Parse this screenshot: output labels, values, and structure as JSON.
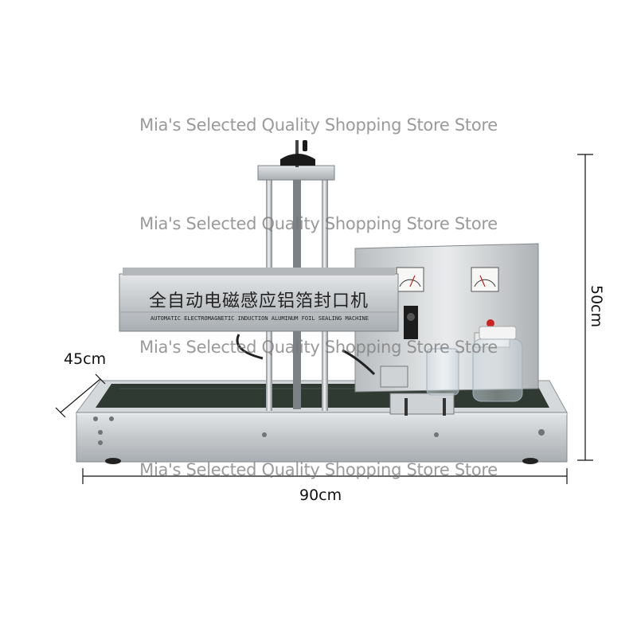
{
  "watermark": {
    "text": "Mia's Selected Quality Shopping Store Store",
    "color": "#787878"
  },
  "machine": {
    "title_cn": "全自动电磁感应铝箔封口机",
    "title_en": "AUTOMATIC ELECTROMAGNETIC INDUCTION ALUMINUM FOIL SEALING MACHINE",
    "body_color": "#c9cdd0",
    "belt_color": "#2f3a33"
  },
  "dimensions": {
    "width": "90cm",
    "depth": "45cm",
    "height": "50cm"
  }
}
